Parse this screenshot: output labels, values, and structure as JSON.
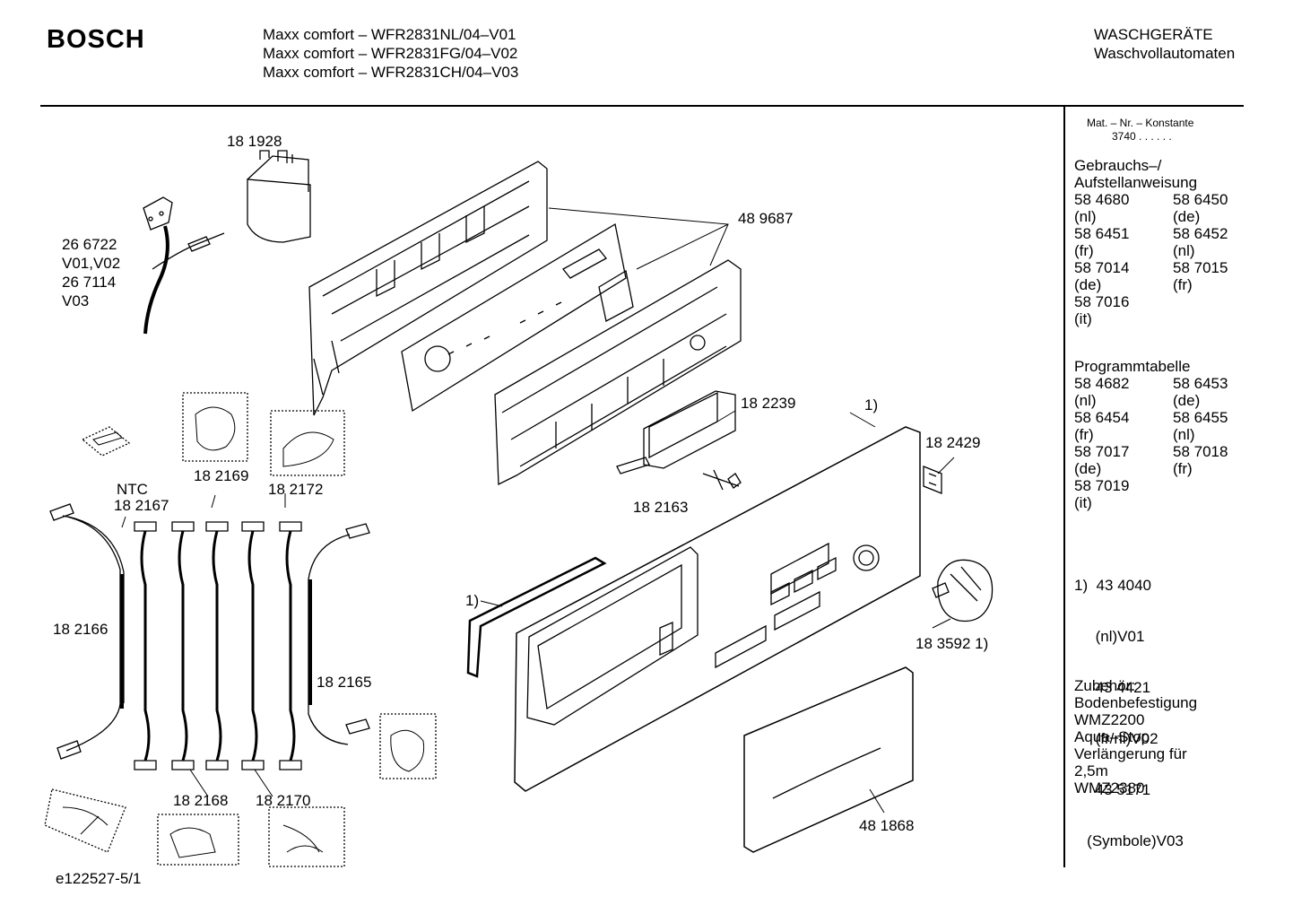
{
  "header": {
    "brand": "BOSCH",
    "models": [
      "Maxx comfort – WFR2831NL/04–V01",
      "Maxx comfort – WFR2831FG/04–V02",
      "Maxx comfort – WFR2831CH/04–V03"
    ],
    "category_line1": "WASCHGERÄTE",
    "category_line2": "Waschvollautomaten"
  },
  "sidebar": {
    "mat_label": "Mat. – Nr. – Konstante",
    "mat_value": "3740  .  .  .  .  .  .",
    "manual_title_1": "Gebrauchs–/",
    "manual_title_2": "Aufstellanweisung",
    "manual_items": [
      [
        "58 4680",
        "58 6450"
      ],
      [
        "(nl)",
        "(de)"
      ],
      [
        "58 6451",
        "58 6452"
      ],
      [
        "(fr)",
        "(nl)"
      ],
      [
        "58 7014",
        "58 7015"
      ],
      [
        "(de)",
        "(fr)"
      ],
      [
        "58 7016",
        ""
      ],
      [
        "(it)",
        ""
      ]
    ],
    "program_title": "Programmtabelle",
    "program_items": [
      [
        "58 4682",
        "58 6453"
      ],
      [
        "(nl)",
        "(de)"
      ],
      [
        "58 6454",
        "58 6455"
      ],
      [
        "(fr)",
        "(nl)"
      ],
      [
        "58 7017",
        "58 7018"
      ],
      [
        "(de)",
        "(fr)"
      ],
      [
        "58 7019",
        ""
      ],
      [
        "(it)",
        ""
      ]
    ],
    "note": [
      "1)  43 4040",
      "     (nl)V01",
      "     43 4421",
      "     (fr/nl)V02",
      "     43 5171",
      "   (Symbole)V03"
    ],
    "accessories": [
      "Zubehör:",
      "Bodenbefestigung",
      "WMZ2200",
      "Aqua–Stop",
      "Verlängerung für",
      "2,5m",
      "WMZ2380"
    ]
  },
  "parts": {
    "p181928": "18 1928",
    "p266722": "26 6722",
    "pV0102": "V01,V02",
    "p267114": "26 7114",
    "pV03": "V03",
    "p489687": "48 9687",
    "p182239": "18 2239",
    "p1a": "1)",
    "p182429": "18 2429",
    "p182163": "18 2163",
    "pNTC": "NTC",
    "p182167": "18 2167",
    "p182169": "18 2169",
    "p182172": "18 2172",
    "p182166": "18 2166",
    "p182165": "18 2165",
    "p1b": "1)",
    "p183592": "18 3592 1)",
    "p182168": "18 2168",
    "p182170": "18 2170",
    "p481868": "48 1868"
  },
  "footer": {
    "drawing_id": "e122527-5/1"
  }
}
